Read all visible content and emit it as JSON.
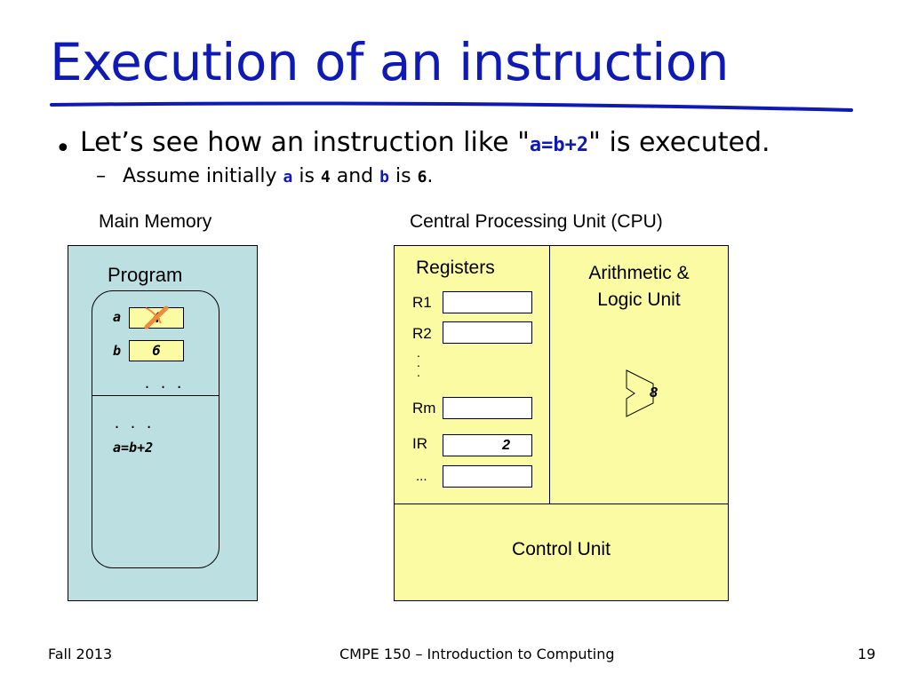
{
  "slide": {
    "title": "Execution of an instruction",
    "bullet": {
      "before": "Let’s see how an instruction like \"",
      "code": "a=b+2",
      "after": "\" is executed."
    },
    "sub_bullet": {
      "dash": "–",
      "t1": "Assume initially ",
      "v1": "a",
      "t2": " is ",
      "n1": "4",
      "t3": " and ",
      "v2": "b",
      "t4": " is ",
      "n2": "6",
      "t5": "."
    }
  },
  "diagram": {
    "memory_label": "Main Memory",
    "cpu_label": "Central Processing Unit (CPU)",
    "program_label": "Program",
    "memory": {
      "a_label": "a",
      "a_value": "4",
      "b_label": "b",
      "b_value": "6",
      "dots_1": ". . .",
      "dots_2": ". . .",
      "instruction": "a=b+2"
    },
    "registers_label": "Registers",
    "registers": [
      {
        "label": "R1",
        "value": ""
      },
      {
        "label": "R2",
        "value": ""
      },
      {
        "label": "Rm",
        "value": ""
      },
      {
        "label": "IR",
        "value": "2"
      },
      {
        "label": "...",
        "value": ""
      }
    ],
    "reg_dots": ". . .",
    "alu_label_1": "Arithmetic &",
    "alu_label_2": "Logic Unit",
    "alu_output": "8",
    "control_unit_label": "Control Unit",
    "strike_color": "#f08a3c",
    "accent_color": "#0f19b4"
  },
  "footer": {
    "term": "Fall 2013",
    "course": "CMPE 150 – Introduction to Computing",
    "page": "19"
  }
}
